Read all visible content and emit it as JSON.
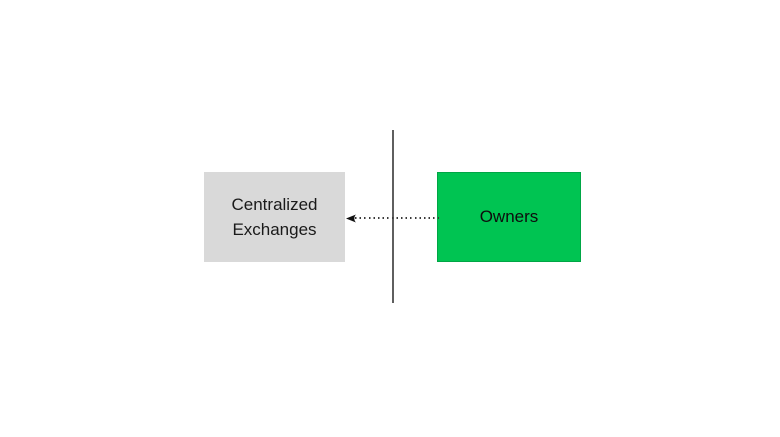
{
  "canvas": {
    "background_color": "#ffffff"
  },
  "divider": {
    "orientation": "vertical",
    "color": "#5f5f5f"
  },
  "nodes": [
    {
      "id": "centralized-exchanges",
      "label": "Centralized Exchanges",
      "fill_color": "#d9d9d9",
      "text_color": "#1a1a1a"
    },
    {
      "id": "owners",
      "label": "Owners",
      "fill_color": "#00c452",
      "text_color": "#0d0d0d"
    }
  ],
  "connector": {
    "from": "owners",
    "to": "centralized-exchanges",
    "line_style": "dotted",
    "direction": "right-to-left",
    "color": "#3a3a3a",
    "arrowhead_color": "#111111"
  }
}
